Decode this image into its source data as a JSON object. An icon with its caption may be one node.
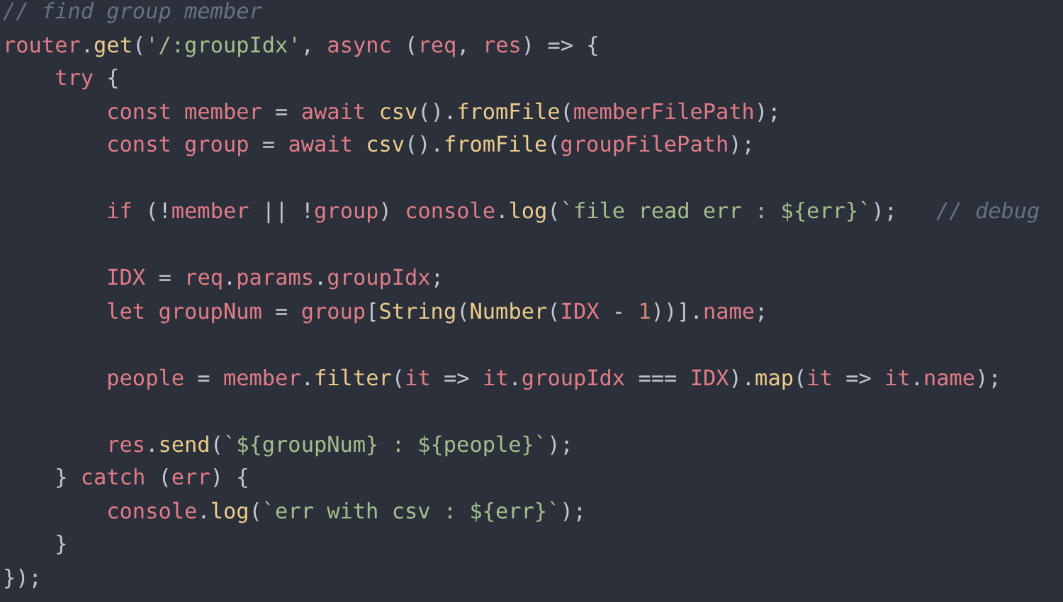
{
  "diagram": {
    "labels": [
      "// find group member",
      "router.get('/:groupIdx', async (req, res) => {",
      "try {",
      "const member = await csv().fromFile(memberFilePath);",
      "const group = await csv().fromFile(groupFilePath);",
      "if (!member || !group) console.log(`file read err : ${err}`);   // debug",
      "IDX = req.params.groupIdx;",
      "let groupNum = group[String(Number(IDX - 1))].name;",
      "people = member.filter(it => it.groupIdx === IDX).map(it => it.name);",
      "res.send(`${groupNum} : ${people}`);",
      "} catch (err) {",
      "console.log(`err with csv : ${err}`);",
      "}",
      "});"
    ]
  }
}
